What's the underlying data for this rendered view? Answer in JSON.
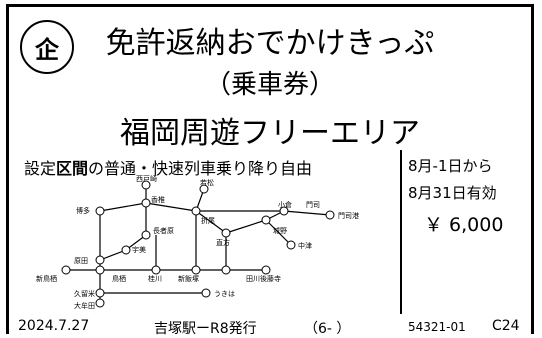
{
  "stamp": "企",
  "title": {
    "line1": "免許返納おでかけきっぷ",
    "line2": "（乗車券）",
    "line3": "福岡周遊フリーエリア"
  },
  "condition": {
    "part1": "設定",
    "part2": "区間",
    "part3": "の普通・快速列車乗り降り自由"
  },
  "validity": {
    "from": "8月-1日から",
    "until": "8月31日有効",
    "price": "￥ 6,000"
  },
  "map_labels": {
    "nishitobata": "西戸崎",
    "wakamatsu": "若松",
    "kashii": "香椎",
    "kokura": "小倉",
    "mojiko_station": "門司",
    "mojiko": "門司港",
    "hakata": "博多",
    "orio": "折尾",
    "chojabaru": "長者原",
    "nogata": "直方",
    "johno": "城野",
    "umi": "宇美",
    "nakatsu": "中津",
    "harada": "原田",
    "shintosu": "新鳥栖",
    "tosu": "鳥栖",
    "keisen": "桂川",
    "shiniizuka": "新飯塚",
    "tagawa": "田川後藤寺",
    "kurume": "久留米",
    "omuta": "大牟田",
    "ukiha": "うきは"
  },
  "footer": {
    "date": "2024.7.27",
    "issuer": "吉塚駅ーR8発行",
    "seq": "（6- ）",
    "number": "54321-01",
    "code": "C24"
  }
}
